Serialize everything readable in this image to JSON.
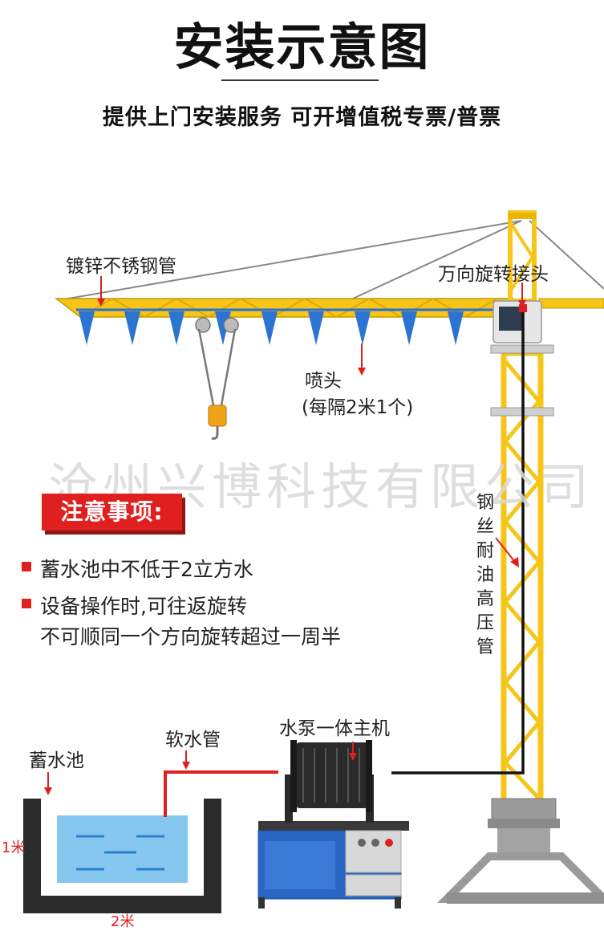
{
  "header": {
    "title": "安装示意图",
    "subtitle": "提供上门安装服务 可开增值税专票/普票"
  },
  "labels": {
    "pipe": "镀锌不锈钢管",
    "swivel": "万向旋转接头",
    "nozzle": "喷头",
    "nozzle_spacing": "(每隔2米1个)",
    "hose_vertical": "钢丝耐油高压管",
    "soft_hose": "软水管",
    "pump_unit": "水泵一体主机",
    "reservoir": "蓄水池"
  },
  "watermark": "沧州兴博科技有限公司",
  "notice": {
    "heading": "注意事项:",
    "items": [
      {
        "text": "蓄水池中不低于2立方水"
      },
      {
        "text": "设备操作时,可往返旋转",
        "text2": "不可顺同一个方向旋转超过一周半"
      }
    ]
  },
  "dimensions": {
    "depth": "1米",
    "width": "2米"
  },
  "colors": {
    "crane_yellow": "#f5c518",
    "accent_red": "#e0201e",
    "pipe_blue": "#2b6fd6",
    "cabinet_blue": "#2a66c4",
    "water_blue": "#7fc3ee"
  }
}
